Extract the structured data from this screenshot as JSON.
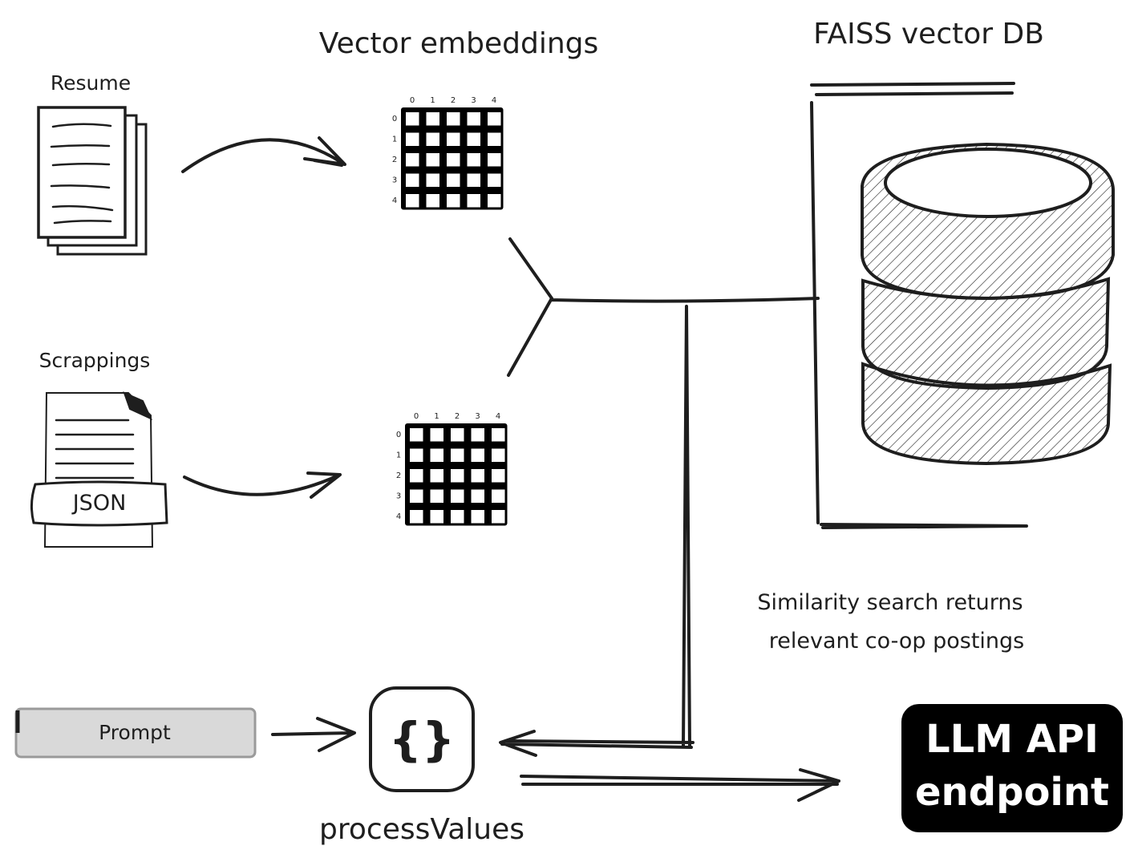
{
  "title_embeddings": "Vector embeddings",
  "title_db": "FAISS vector DB",
  "resume_label": "Resume",
  "scrappings_label": "Scrappings",
  "json_label": "JSON",
  "prompt_label": "Prompt",
  "process_label": "processValues",
  "process_icon_text": "{}",
  "similarity_line1": "Similarity search returns",
  "similarity_line2": "relevant co-op postings",
  "llm_line1": "LLM API",
  "llm_line2": "endpoint",
  "matrix_axis": [
    "0",
    "1",
    "2",
    "3",
    "4"
  ],
  "colors": {
    "ink": "#1e1e1e",
    "prompt_fill": "#d9d9d9",
    "llm_fill": "#000000",
    "llm_text": "#ffffff"
  },
  "icons": [
    "document-stack-icon",
    "json-document-icon",
    "matrix-grid-icon",
    "database-icon",
    "curly-braces-icon"
  ]
}
